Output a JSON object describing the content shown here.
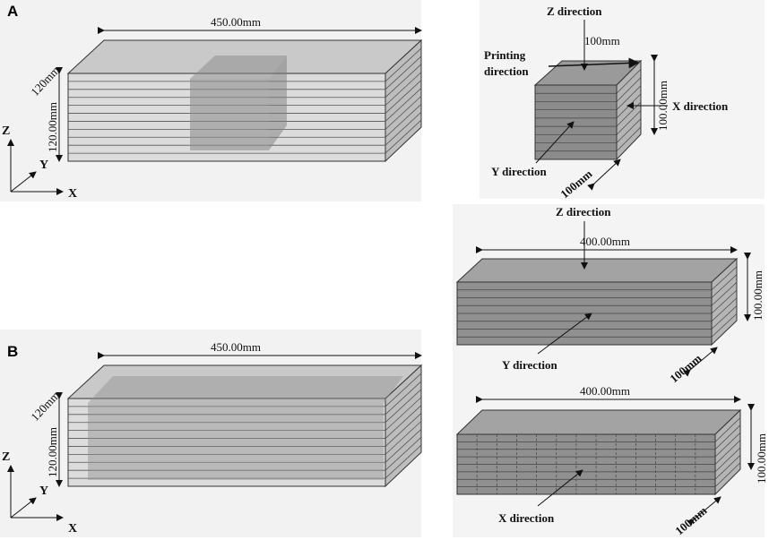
{
  "panel_a": {
    "letter": "A",
    "length_label": "450.00mm",
    "depth_label": "120mm",
    "height_label": "120.00mm",
    "axes": {
      "z": "Z",
      "y": "Y",
      "x": "X"
    }
  },
  "panel_b": {
    "letter": "B",
    "length_label": "450.00mm",
    "depth_label": "120mm",
    "height_label": "120.00mm",
    "axes": {
      "z": "Z",
      "y": "Y",
      "x": "X"
    }
  },
  "cube_specimen": {
    "z_direction": "Z direction",
    "top_label": "100mm",
    "printing_direction_line1": "Printing",
    "printing_direction_line2": "direction",
    "height_label": "100.00mm",
    "x_direction": "X direction",
    "y_direction": "Y direction",
    "depth_label": "100mm"
  },
  "beam_y": {
    "z_direction": "Z direction",
    "length_label": "400.00mm",
    "height_label": "100.00mm",
    "y_direction": "Y direction",
    "depth_label": "100mm"
  },
  "beam_x": {
    "length_label": "400.00mm",
    "height_label": "100.00mm",
    "x_direction": "X direction",
    "depth_label": "100mm"
  }
}
